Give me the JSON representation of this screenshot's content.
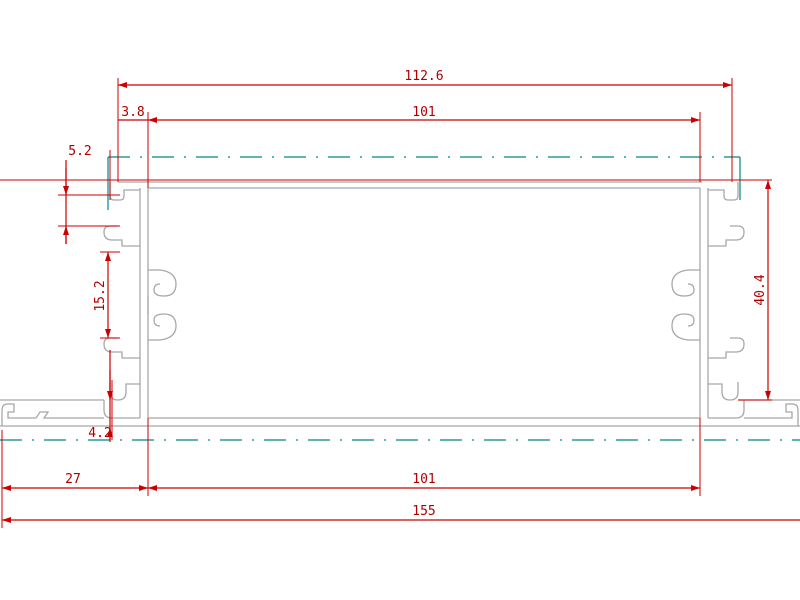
{
  "dimensions": {
    "overall_top": "112.6",
    "left_offset": "3.8",
    "inner_top": "101",
    "slot_small": "5.2",
    "slot_pitch": "15.2",
    "flange_height": "4.2",
    "height_right": "40.4",
    "base_left": "27",
    "base_inner": "101",
    "overall_base": "155"
  },
  "colors": {
    "dimension": "#cc0000",
    "profile": "#a8a8a8",
    "centerline": "#008888"
  }
}
